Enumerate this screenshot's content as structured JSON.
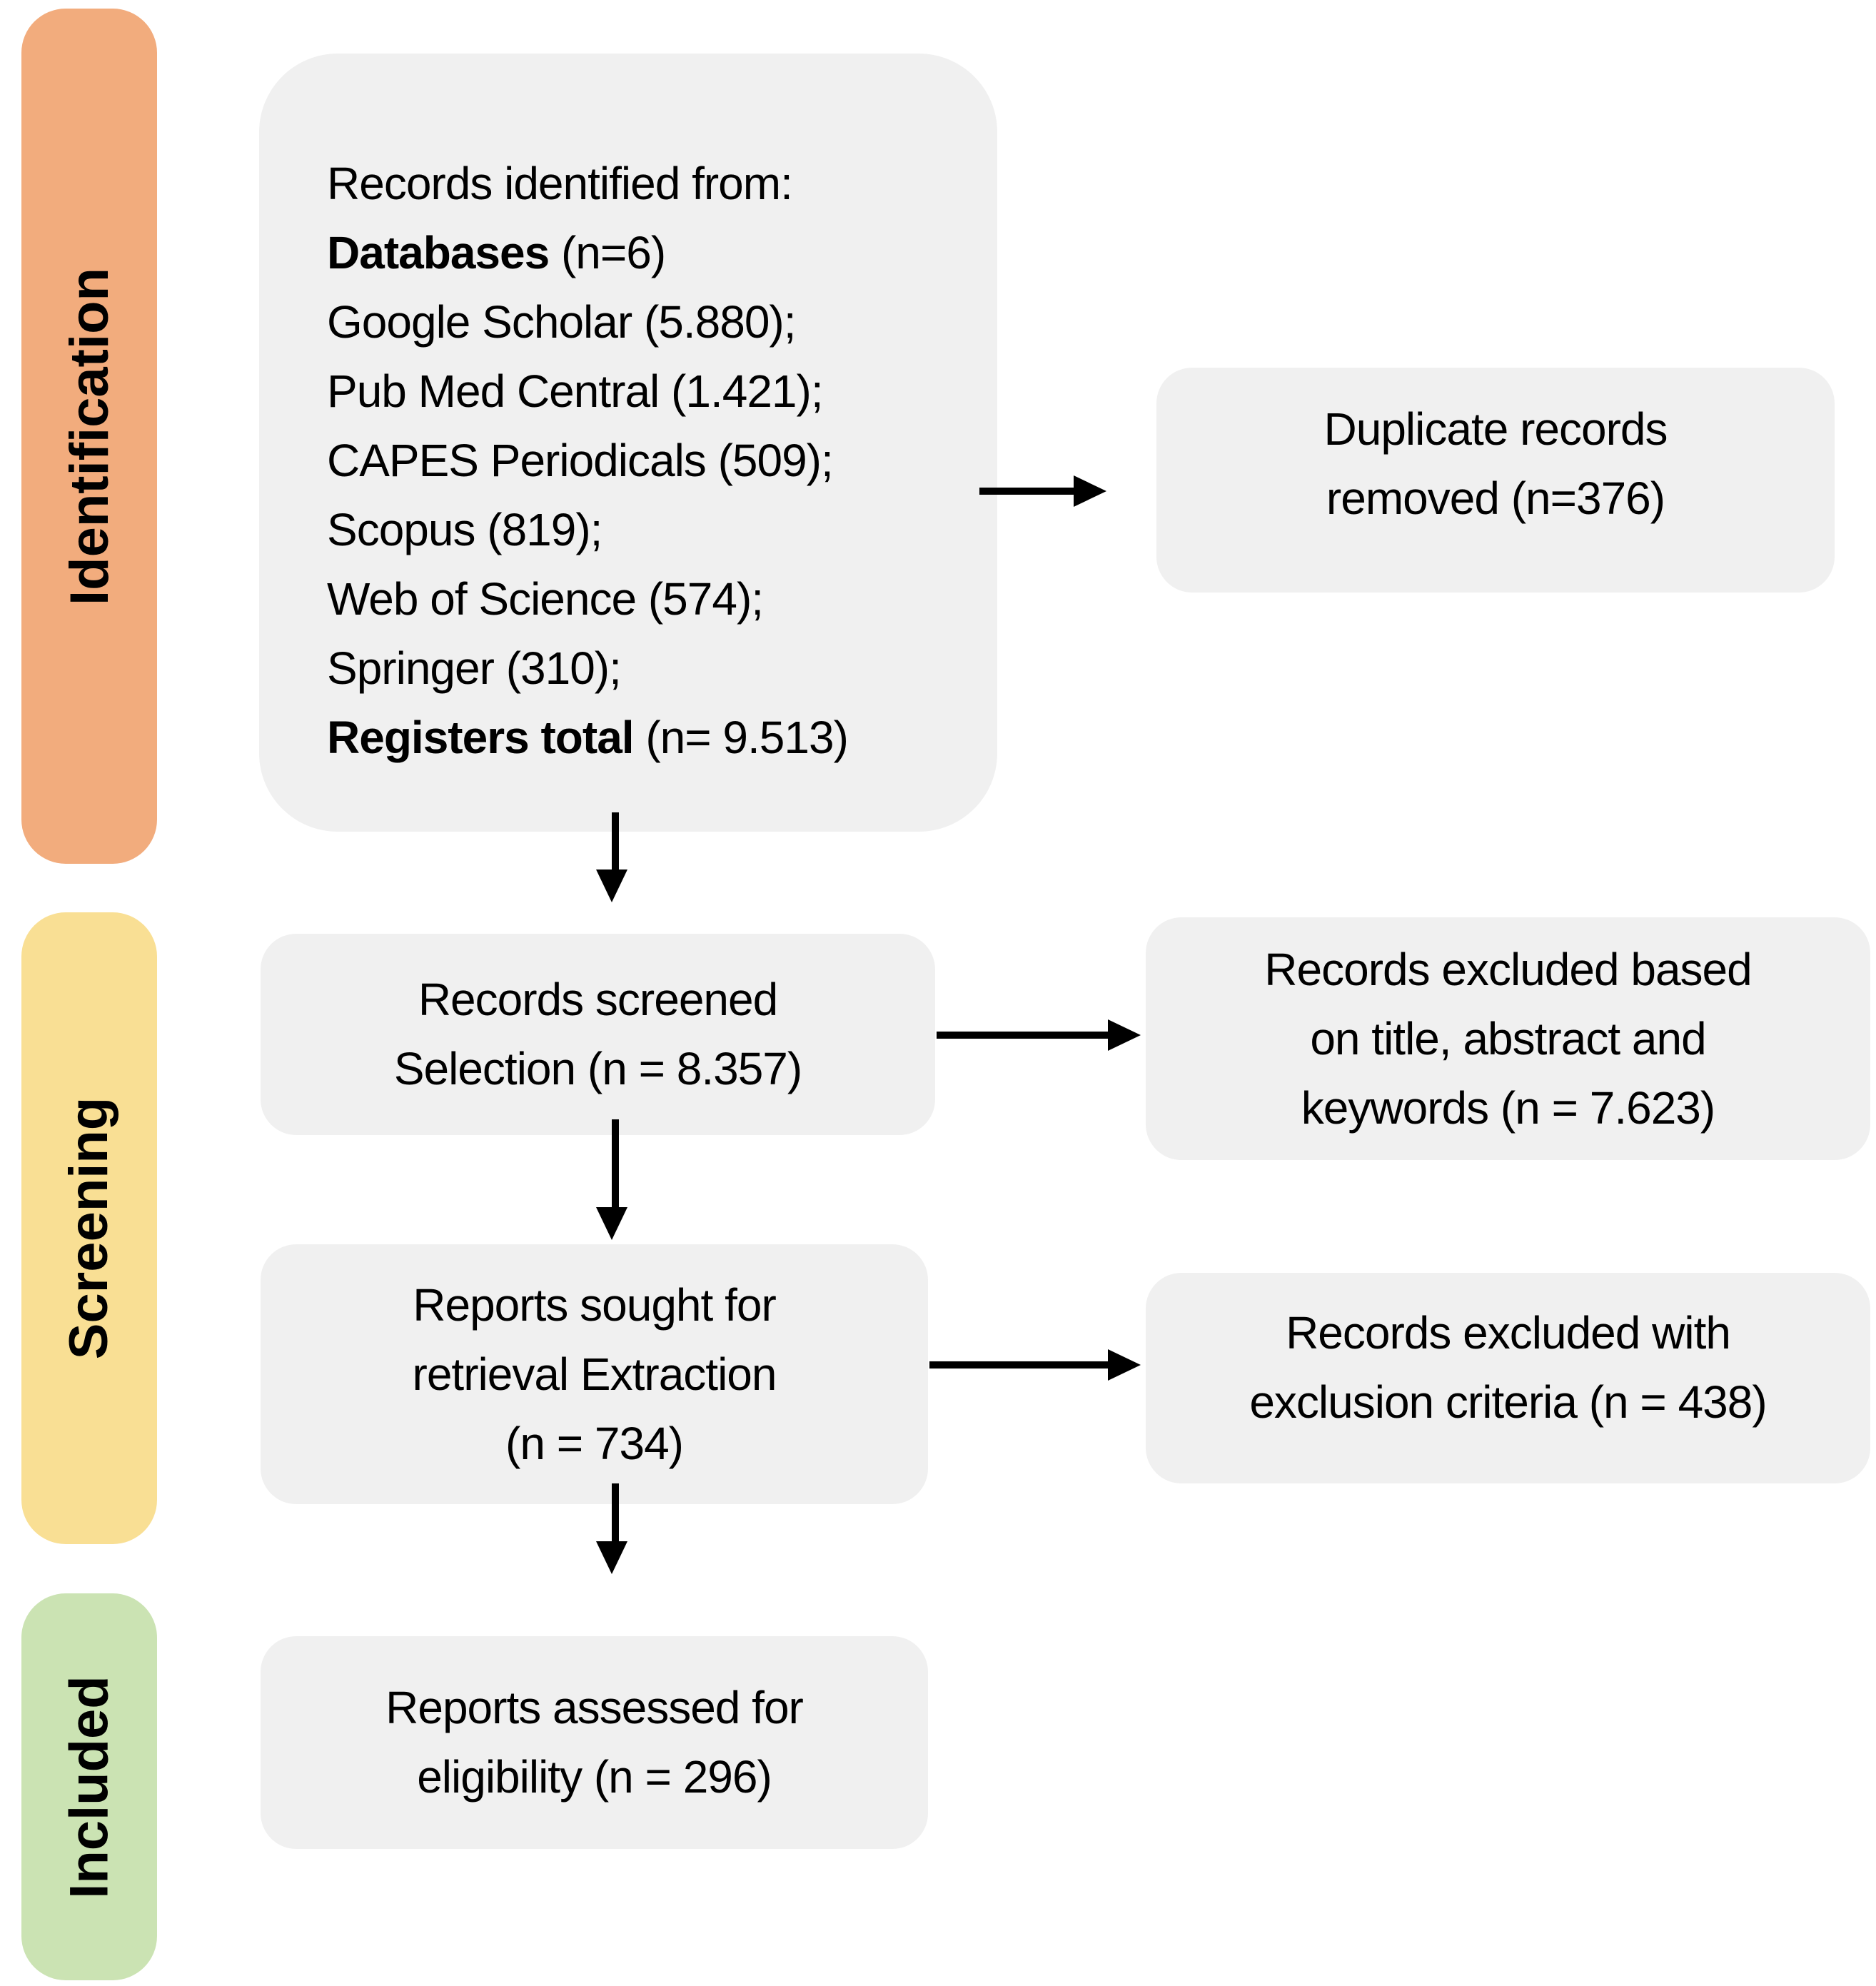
{
  "palette": {
    "identification_bg": "#F2AC7D",
    "screening_bg": "#F9DF94",
    "included_bg": "#CBE3B3",
    "box_bg": "#F0F0F0",
    "arrow_color": "#000000",
    "text_color": "#000000"
  },
  "sidebar": {
    "identification_label": "Identification",
    "screening_label": "Screening",
    "included_label": "Included"
  },
  "boxes": {
    "identified": {
      "line1": "Records identified from:",
      "line2_bold": "Databases",
      "line2_rest": " (n=6)",
      "line3": "Google Scholar (5.880);",
      "line4": "Pub Med Central (1.421);",
      "line5": "CAPES Periodicals (509);",
      "line6": "Scopus (819);",
      "line7": "Web of Science (574);",
      "line8": "Springer (310);",
      "line9_bold": "Registers total",
      "line9_rest": " (n= 9.513)"
    },
    "duplicates_removed": {
      "line1": "Duplicate records",
      "line2": "removed (n=376)"
    },
    "screened": {
      "line1": "Records screened",
      "line2": "Selection (n = 8.357)"
    },
    "excluded_title_abstract": {
      "line1": "Records excluded based",
      "line2": "on title, abstract and",
      "line3": "keywords (n = 7.623)"
    },
    "sought": {
      "line1": "Reports sought for",
      "line2": "retrieval Extraction",
      "line3": "(n = 734)"
    },
    "excluded_criteria": {
      "line1": "Records excluded with",
      "line2": "exclusion criteria (n = 438)"
    },
    "assessed": {
      "line1": "Reports assessed for",
      "line2": "eligibility (n = 296)"
    }
  }
}
